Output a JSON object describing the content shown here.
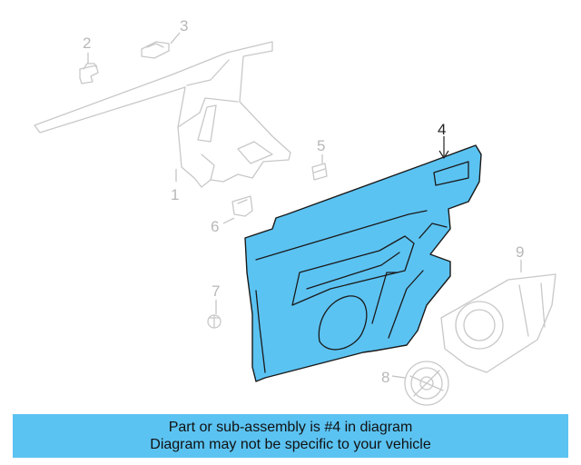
{
  "colors": {
    "highlight": "#5bc3f2",
    "banner": "#5bc3f2",
    "ghost_stroke": "#c8c8c8",
    "outline": "#1a1a1a"
  },
  "callouts": {
    "c1": "1",
    "c2": "2",
    "c3": "3",
    "c4": "4",
    "c5": "5",
    "c6": "6",
    "c7": "7",
    "c8": "8",
    "c9": "9"
  },
  "highlighted_part": "4",
  "banner": {
    "line1": "Part or sub-assembly is #4 in diagram",
    "line2": "Diagram may not be specific to your vehicle"
  }
}
